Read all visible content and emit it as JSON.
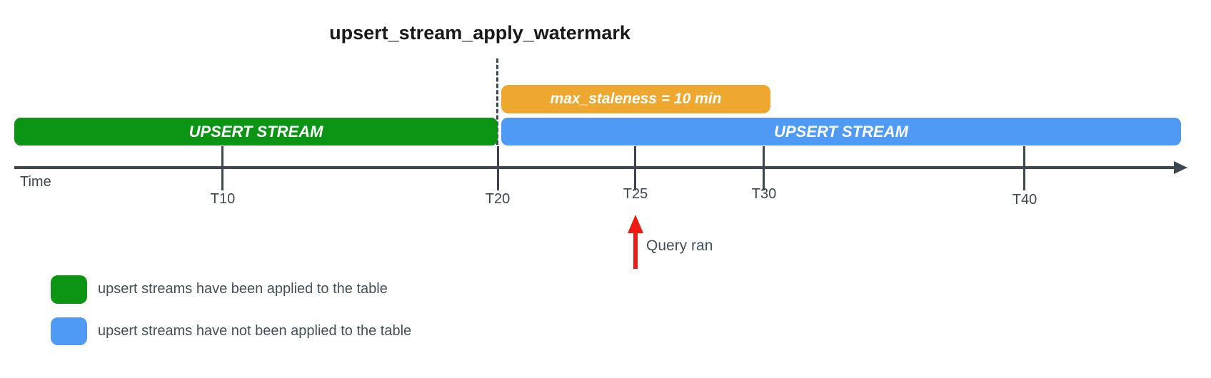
{
  "title": "upsert_stream_apply_watermark",
  "bars": {
    "applied_stream_label": "UPSERT STREAM",
    "pending_stream_label": "UPSERT STREAM",
    "staleness_label": "max_staleness = 10 min"
  },
  "timeline": {
    "axis_label": "Time",
    "ticks": [
      {
        "label": "T10"
      },
      {
        "label": "T20"
      },
      {
        "label": "T25"
      },
      {
        "label": "T30"
      },
      {
        "label": "T40"
      }
    ]
  },
  "annotation": {
    "query_ran_label": "Query ran"
  },
  "legend": [
    {
      "color": "#0c9414",
      "label": "upsert streams have been applied to the table"
    },
    {
      "color": "#4e9af5",
      "label": "upsert streams have not been applied to the table"
    }
  ],
  "colors": {
    "applied_green": "#0c9414",
    "pending_blue": "#4e9af5",
    "staleness_orange": "#efa82f",
    "query_arrow_red": "#ee1b15",
    "axis_dark": "#3d4752",
    "label_text": "#44505c"
  }
}
